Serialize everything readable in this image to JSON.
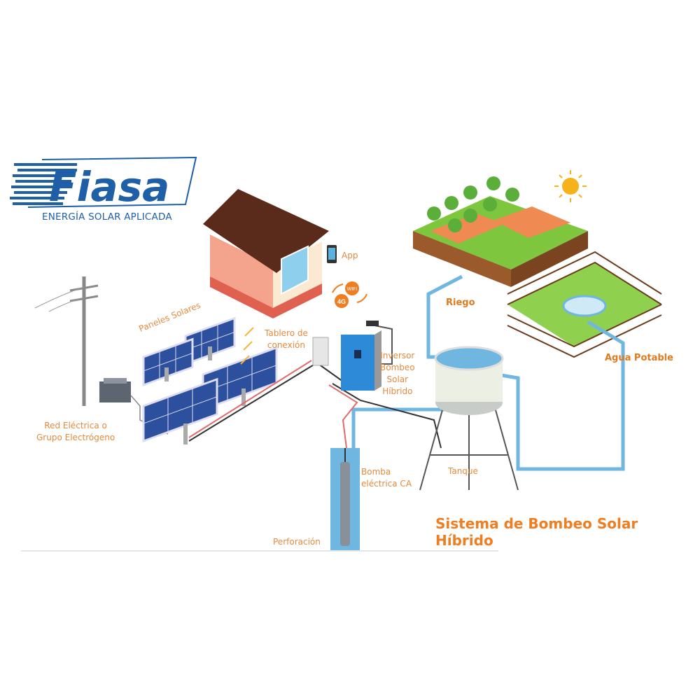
{
  "logo": {
    "brand": "Fiasa",
    "tagline": "ENERGÍA SOLAR APLICADA",
    "color": "#1f5fa8"
  },
  "labels": {
    "app": "App",
    "paneles": "Paneles Solares",
    "tablero": [
      "Tablero de",
      "conexión"
    ],
    "inversor": [
      "Inversor",
      "Bombeo",
      "Solar",
      "Híbrido"
    ],
    "red": [
      "Red Eléctrica o",
      "Grupo Electrógeno"
    ],
    "bomba": [
      "Bomba",
      "eléctrica CA"
    ],
    "perforacion": "Perforación",
    "tanque": "Tanque",
    "riego": "Riego",
    "agua": "Agua Potable",
    "wifi": "WIFI",
    "g4": "4G"
  },
  "title": "Sistema de Bombeo Solar Híbrido",
  "colors": {
    "label": "#e48a3c",
    "title": "#ef7d22",
    "pipe": "#6fb6e0",
    "panel": "#2c4f9e"
  }
}
